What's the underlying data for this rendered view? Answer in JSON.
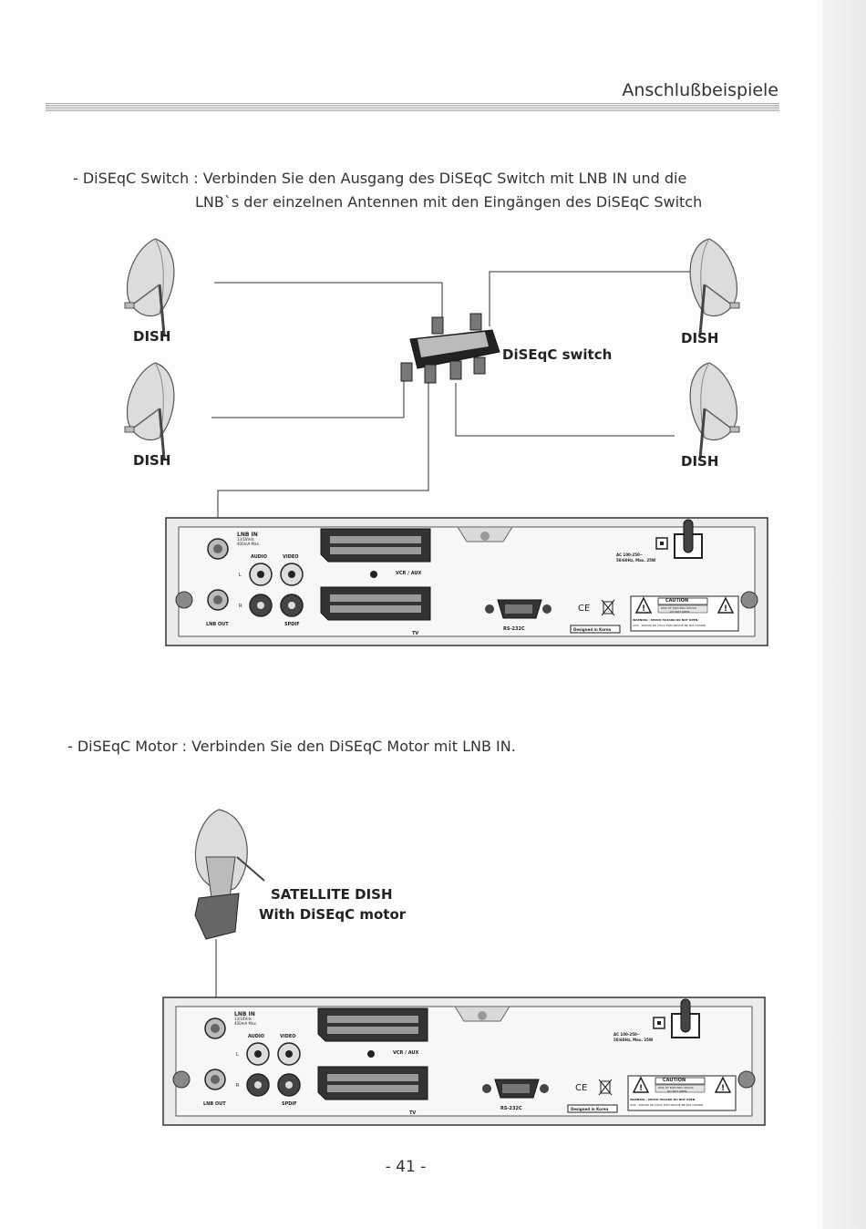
{
  "header": {
    "title": "Anschlußbeispiele"
  },
  "section1": {
    "line1": "- DiSEqC Switch : Verbinden Sie den Ausgang des DiSEqC Switch mit LNB IN und die",
    "line2": "LNB`s der einzelnen Antennen mit den Eingängen des DiSEqC Switch",
    "dish_label": "DISH",
    "switch_label": "DiSEqC switch"
  },
  "section2": {
    "line1": "- DiSEqC Motor : Verbinden Sie den DiSEqC Motor mit LNB IN.",
    "dish_label_line1": "SATELLITE DISH",
    "dish_label_line2": "With DiSEqC motor"
  },
  "receiver": {
    "lnb_in": "LNB IN",
    "lnb_spec1": "13/18Vdc",
    "lnb_spec2": "400mA Max.",
    "audio": "AUDIO",
    "video": "VIDEO",
    "l": "L",
    "r": "R",
    "lnb_out": "LNB OUT",
    "spdif": "SPDIF",
    "vcr_aux": "VCR / AUX",
    "tv": "TV",
    "rs232c": "RS-232C",
    "ac1": "AC 100-250~",
    "ac2": "50/60Hz, Max. 25W",
    "caution": "CAUTION",
    "caution_sub1": "RISK OF ELECTRIC SHOCK",
    "caution_sub2": "DO NOT OPEN",
    "warning": "WARNING : SHOCK HAZARD DO NOT OPEN.",
    "avis": "AVIS : RISQUE DE CHOC ÉLECTRIQUE-NE PAS OUVRIR",
    "designed": "Designed in Korea",
    "ce": "CE"
  },
  "page_number": "- 41 -"
}
